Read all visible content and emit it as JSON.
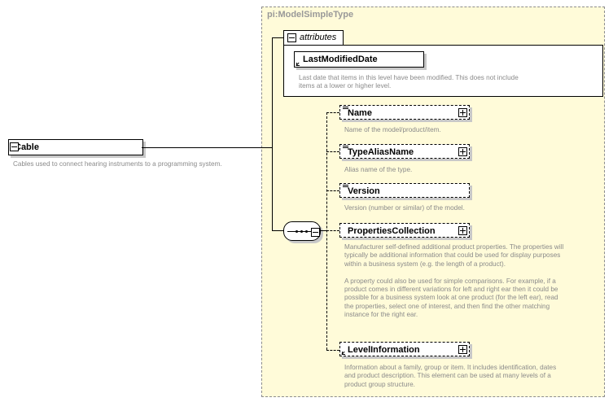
{
  "type_panel": {
    "title": "pi:ModelSimpleType",
    "attributes_tab": "attributes",
    "attribute": {
      "name": "LastModifiedDate",
      "description_lines": [
        "Last date that items in this level have been modified. This does not include",
        "items at a lower or higher level."
      ]
    }
  },
  "root": {
    "name": "Cable",
    "description": "Cables used to connect hearing instruments to a programming system."
  },
  "elements": [
    {
      "name": "Name",
      "description_lines": [
        "Name of the model/product/item."
      ]
    },
    {
      "name": "TypeAliasName",
      "description_lines": [
        "Alias name of the type."
      ]
    },
    {
      "name": "Version",
      "description_lines": [
        "Version (number or similar) of the model."
      ]
    },
    {
      "name": "PropertiesCollection",
      "description_lines": [
        "Manufacturer self-defined additional product properties.  The properties will",
        "typically be additional information that could be used for display purposes",
        "within a business system (e.g. the length of a product).",
        "",
        "A property could also be used for simple comparisons.  For example, if a",
        "product comes in different variations for left and right ear then it could be",
        "possible for a business system look at one product (for the left ear), read",
        "the properties, select one of interest, and then find the other matching",
        "instance for the right ear."
      ]
    },
    {
      "name": "LevelInformation",
      "description_lines": [
        "Information about a family, group or item. It includes identification, dates",
        "and product description. This element can be used at many levels of a",
        "product group structure."
      ]
    }
  ],
  "icons": [
    "collapse-icon",
    "expand-icon",
    "sequence-compositor-icon",
    "attribute-arrow-icon",
    "text-content-icon"
  ]
}
